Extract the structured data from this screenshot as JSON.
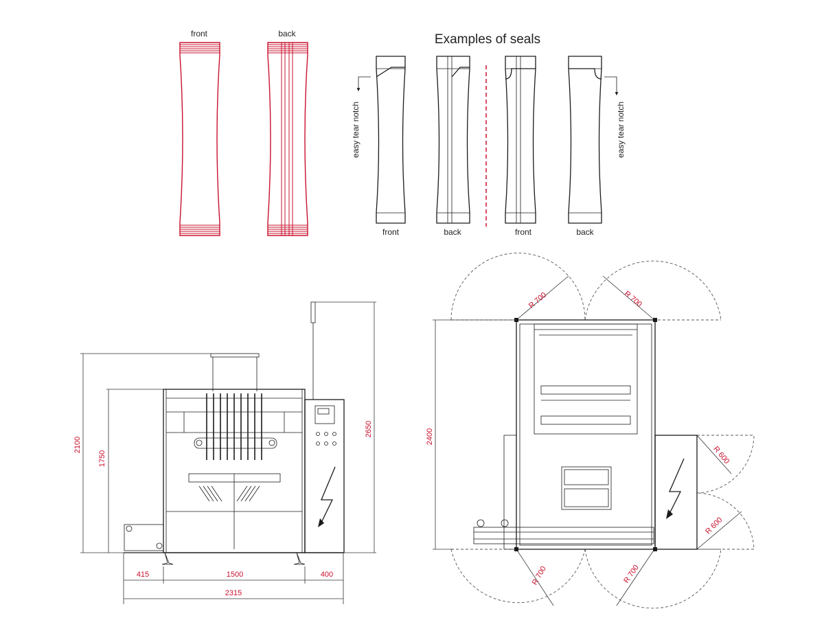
{
  "labels": {
    "front": "front",
    "back": "back",
    "seals_title": "Examples of seals",
    "easy_tear_notch": "easy tear notch"
  },
  "dimensions": {
    "side_view": {
      "total_height": "2100",
      "frame_height": "1750",
      "cabinet_height": "2650",
      "left_width": "415",
      "center_width": "1500",
      "right_width": "400",
      "total_width": "2315"
    },
    "top_view": {
      "depth": "2400",
      "radius_700": "R 700",
      "radius_600": "R 600"
    }
  },
  "colors": {
    "accent": "#c8102e",
    "line": "#1a1a1a"
  },
  "icons": {
    "electrical": "lightning-icon"
  }
}
